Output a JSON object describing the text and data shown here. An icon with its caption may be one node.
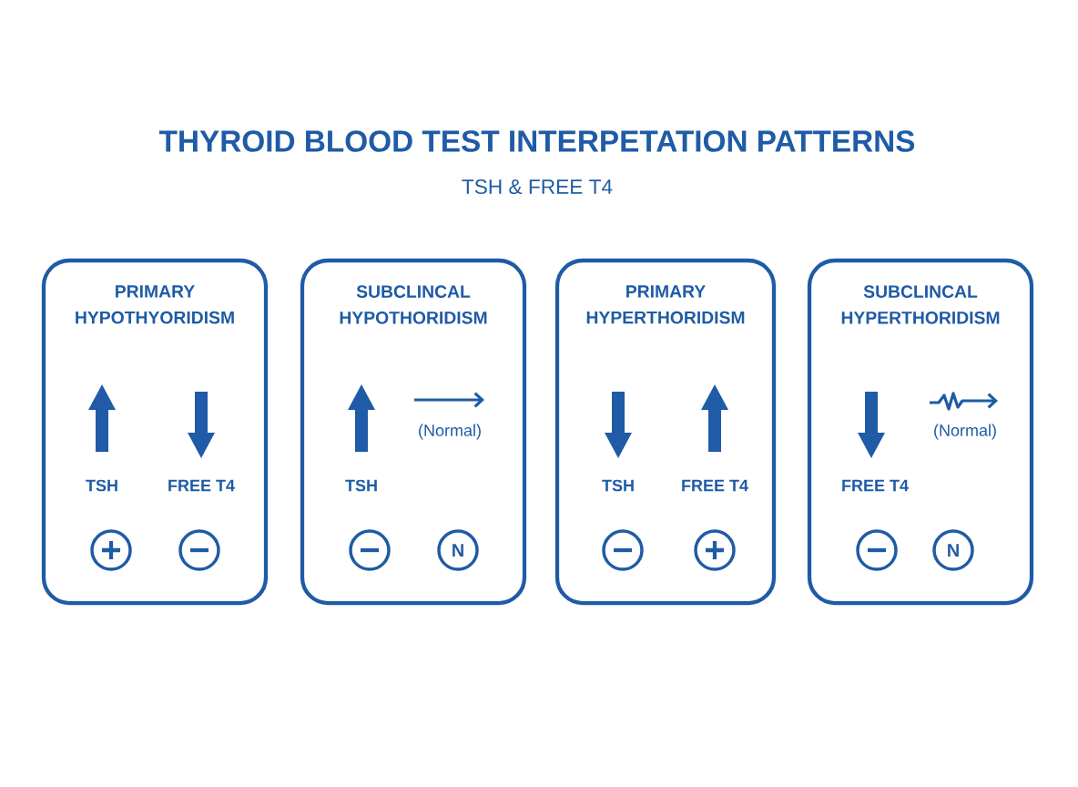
{
  "diagram": {
    "title": "THYROID BLOOD TEST INTERPETATION PATTERNS",
    "nodes": [
      {
        "text": [
          "PRIMARY HYPOTHYORIDISM"
        ]
      },
      {
        "text": [
          "SUBCLINCAL HYPOTHORIDISM"
        ]
      },
      {
        "text": [
          "PRIMARY HYPERTHORIDISM"
        ]
      },
      {
        "text": [
          "SUBCLINCAL HYPERTHORIDISM"
        ]
      }
    ],
    "labels": [
      "TSH & FREE T4",
      "TSH",
      "FREE T4",
      "(Normal)",
      "TSH",
      "N",
      "TSH",
      "FREE T4",
      "(Normal)",
      "FREE T4",
      "N"
    ]
  }
}
